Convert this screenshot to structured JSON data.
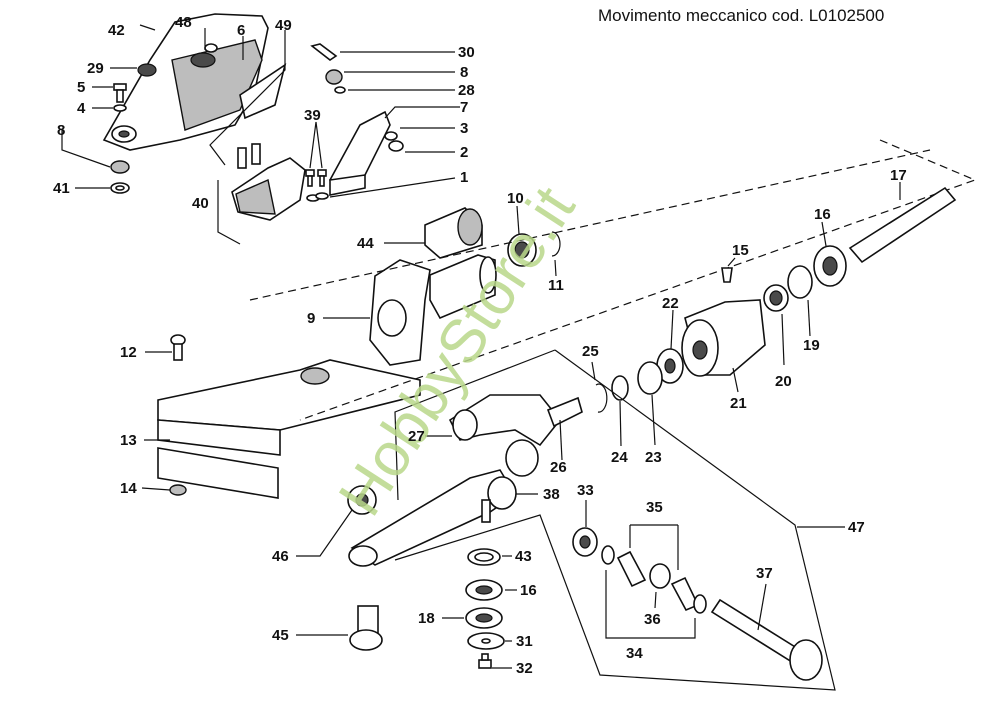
{
  "title": "Movimento meccanico cod. L0102500",
  "watermark": "HobbyStore.it",
  "callouts": {
    "c1": "1",
    "c2": "2",
    "c3": "3",
    "c4": "4",
    "c5": "5",
    "c6": "6",
    "c7": "7",
    "c8a": "8",
    "c8b": "8",
    "c9": "9",
    "c10": "10",
    "c11": "11",
    "c12": "12",
    "c13": "13",
    "c14": "14",
    "c15": "15",
    "c16a": "16",
    "c16b": "16",
    "c17": "17",
    "c18": "18",
    "c19": "19",
    "c20": "20",
    "c21": "21",
    "c22": "22",
    "c23": "23",
    "c24": "24",
    "c25": "25",
    "c26": "26",
    "c27": "27",
    "c28": "28",
    "c29": "29",
    "c30": "30",
    "c31": "31",
    "c32": "32",
    "c33": "33",
    "c34": "34",
    "c35": "35",
    "c36": "36",
    "c37": "37",
    "c38": "38",
    "c39": "39",
    "c40": "40",
    "c41": "41",
    "c42": "42",
    "c43": "43",
    "c44": "44",
    "c45": "45",
    "c46": "46",
    "c47": "47",
    "c48": "48",
    "c49": "49"
  }
}
